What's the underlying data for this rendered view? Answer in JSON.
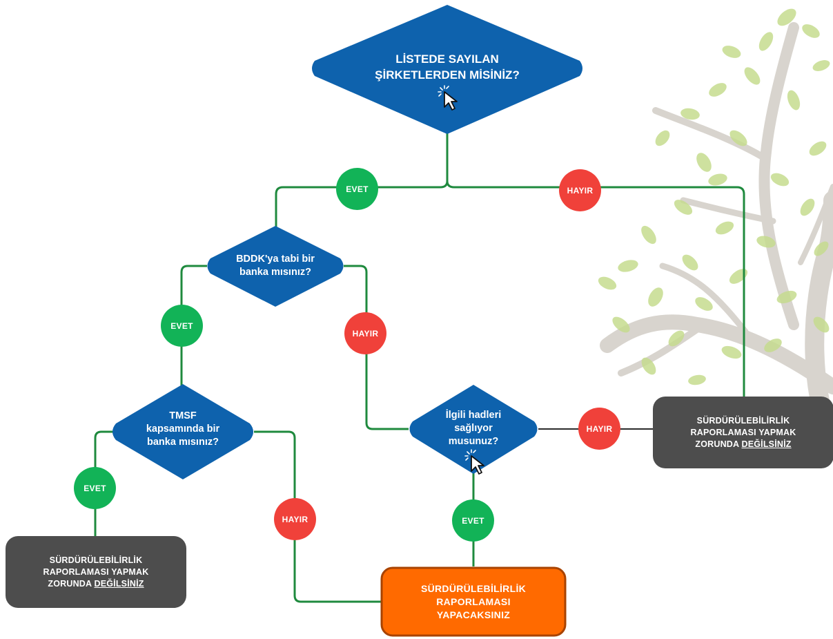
{
  "decisions": {
    "listed": {
      "lines": [
        "LİSTEDE SAYILAN",
        "ŞİRKETLERDEN MİSİNİZ?"
      ]
    },
    "bddk": {
      "lines": [
        "BDDK'ya tabi bir",
        "banka mısınız?"
      ]
    },
    "tmsf": {
      "lines": [
        "TMSF",
        "kapsamında bir",
        "banka mısınız?"
      ]
    },
    "thresholds": {
      "lines": [
        "İlgili hadleri",
        "sağlıyor",
        "musunuz?"
      ]
    }
  },
  "outcomes": {
    "not_required_text": {
      "line1": "SÜRDÜRÜLEBİLİRLİK",
      "line2": "RAPORLAMASI YAPMAK",
      "line3_prefix": "ZORUNDA ",
      "line3_underlined": "DEĞİLSİNİZ"
    },
    "required": {
      "line1": "SÜRDÜRÜLEBİLİRLİK",
      "line2": "RAPORLAMASI",
      "line3": "YAPACAKSINIZ"
    }
  },
  "answers": {
    "yes": "EVET",
    "no": "HAYIR"
  },
  "colors": {
    "diamond": "#0e62ad",
    "grey_box": "#4d4d4d",
    "orange_box": "#ff6a00",
    "orange_border": "#a84300",
    "yes": "#12b357",
    "no": "#f0413a",
    "connector": "#1f8a3e"
  },
  "icons": [
    "cursor-click-icon"
  ]
}
